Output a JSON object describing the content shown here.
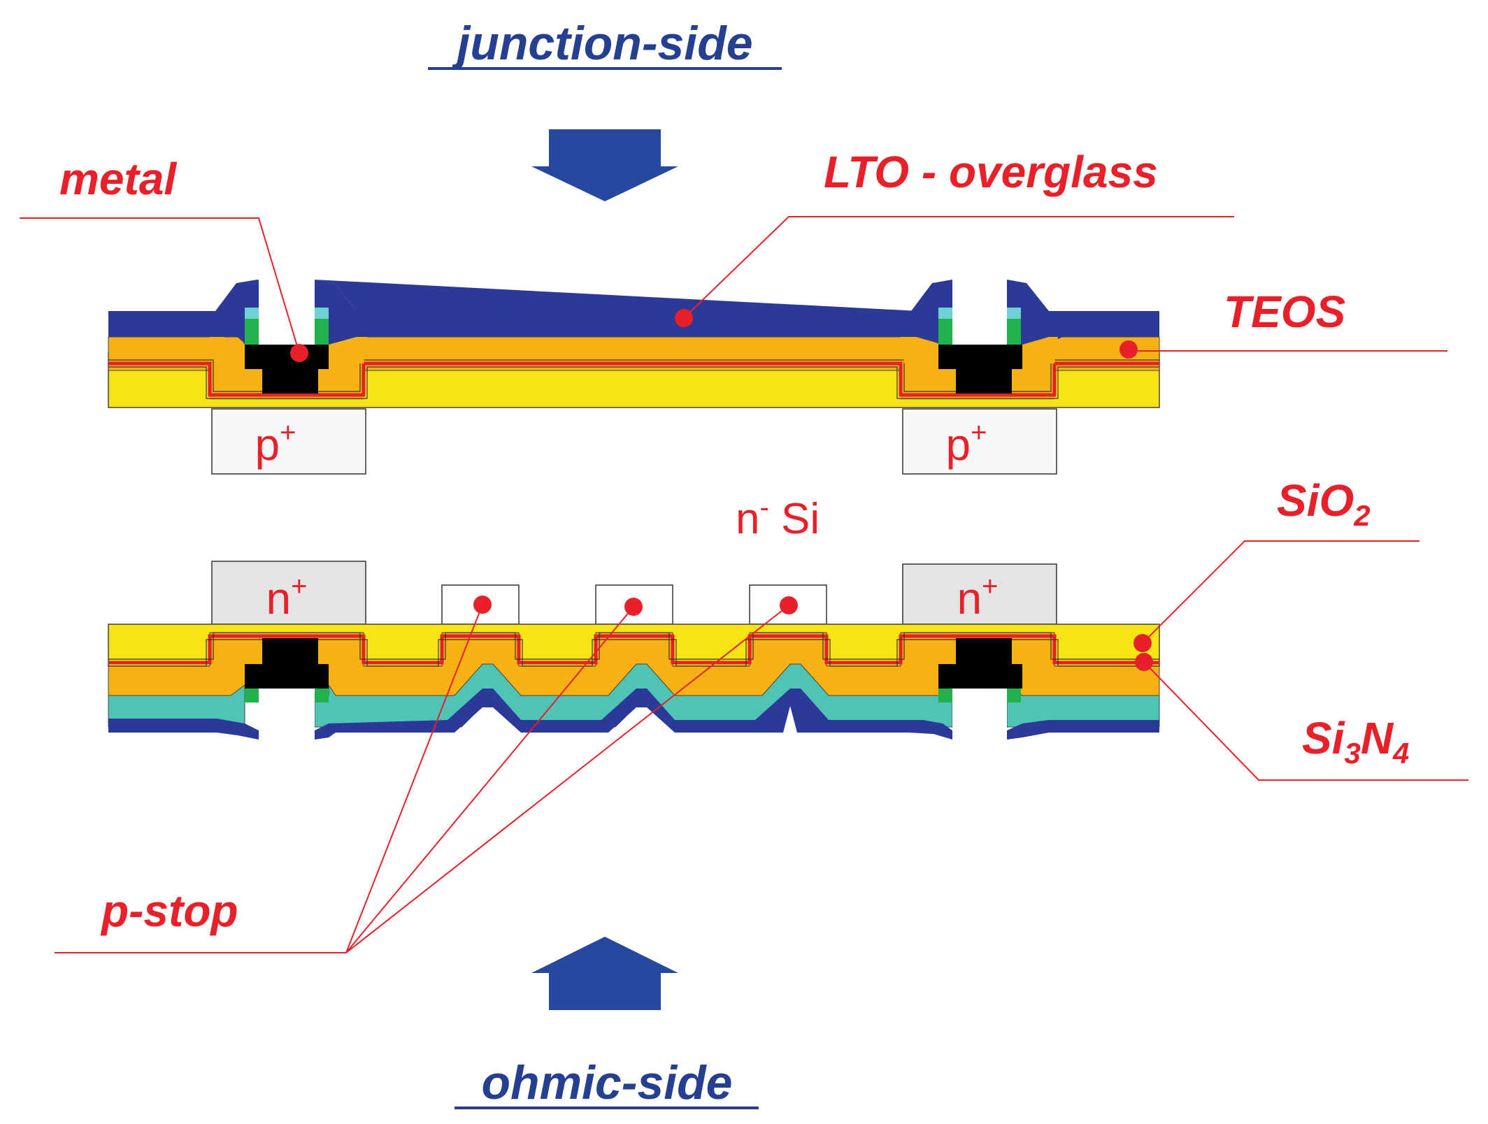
{
  "title_top": "junction-side",
  "title_bottom": "ohmic-side",
  "labels": {
    "metal": "metal",
    "lto": "LTO - overglass",
    "teos": "TEOS",
    "sio2_main": "SiO",
    "sio2_sub": "2",
    "si3n4_a": "Si",
    "si3n4_sub1": "3",
    "si3n4_b": "N",
    "si3n4_sub2": "4",
    "pstop": "p-stop",
    "bulk_main": "n",
    "bulk_sup": "-",
    "bulk_rest": " Si",
    "p_main": "p",
    "p_sup": "+",
    "n_main": "n",
    "n_sup": "+"
  },
  "colors": {
    "lto": "#2b3a96",
    "teos": "#f6b112",
    "sio2": "#f7e414",
    "oxide_line": "#e8202a",
    "metal": "#000000",
    "nitride": "#4fc4b6",
    "green": "#23b14d",
    "cyan": "#6fd0d6",
    "implant_p": "#f8f8f8",
    "implant_n": "#e4e4e4",
    "label_red": "#e8202a",
    "label_blue": "#253f91",
    "arrow": "#2748a0"
  },
  "icons": {
    "arrow_down": "arrow-down-icon",
    "arrow_up": "arrow-up-icon"
  }
}
